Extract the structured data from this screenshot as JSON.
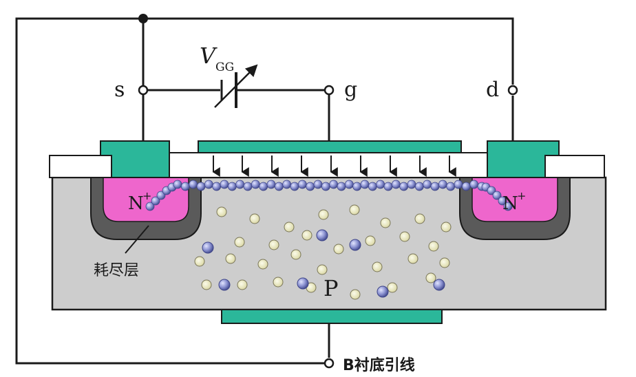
{
  "labels": {
    "source": "s",
    "gate": "g",
    "drain": "d",
    "vgg_main": "V",
    "vgg_sub": "GG",
    "n_left": "N",
    "n_right": "N",
    "n_sup": "+",
    "substrate": "P",
    "depletion": "耗尽层",
    "body_lead": "B衬底引线"
  },
  "colors": {
    "substrate": "#cdcdcd",
    "n_region": "#ee66cc",
    "depletion": "#5a5a5a",
    "metal": "#2bb79a",
    "oxide": "#ffffff",
    "electron": "#7f86c4",
    "hole": "#e6e4b8",
    "wire": "#1a1a1a"
  },
  "carriers": {
    "channel_electrons": 50,
    "holes": 30,
    "free_electrons": 7
  }
}
